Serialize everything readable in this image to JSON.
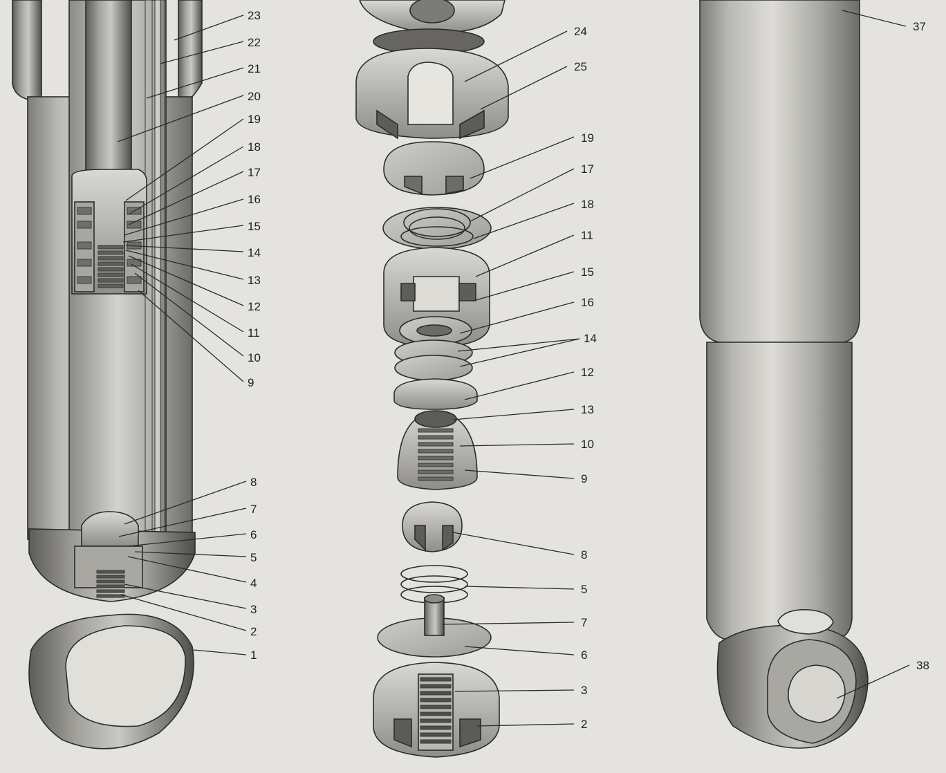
{
  "callouts": [
    {
      "id": "L23",
      "label": "23"
    },
    {
      "id": "L22",
      "label": "22"
    },
    {
      "id": "L21",
      "label": "21"
    },
    {
      "id": "L20",
      "label": "20"
    },
    {
      "id": "L19",
      "label": "19"
    },
    {
      "id": "L18",
      "label": "18"
    },
    {
      "id": "L17",
      "label": "17"
    },
    {
      "id": "L16",
      "label": "16"
    },
    {
      "id": "L15",
      "label": "15"
    },
    {
      "id": "L14",
      "label": "14"
    },
    {
      "id": "L13",
      "label": "13"
    },
    {
      "id": "L12",
      "label": "12"
    },
    {
      "id": "L11",
      "label": "11"
    },
    {
      "id": "L10",
      "label": "10"
    },
    {
      "id": "L9",
      "label": "9"
    },
    {
      "id": "L8",
      "label": "8"
    },
    {
      "id": "L7",
      "label": "7"
    },
    {
      "id": "L6",
      "label": "6"
    },
    {
      "id": "L5",
      "label": "5"
    },
    {
      "id": "L4",
      "label": "4"
    },
    {
      "id": "L3",
      "label": "3"
    },
    {
      "id": "L2",
      "label": "2"
    },
    {
      "id": "L1",
      "label": "1"
    },
    {
      "id": "M24",
      "label": "24"
    },
    {
      "id": "M25",
      "label": "25"
    },
    {
      "id": "M19",
      "label": "19"
    },
    {
      "id": "M17",
      "label": "17"
    },
    {
      "id": "M18",
      "label": "18"
    },
    {
      "id": "M11",
      "label": "11"
    },
    {
      "id": "M15",
      "label": "15"
    },
    {
      "id": "M16",
      "label": "16"
    },
    {
      "id": "M14",
      "label": "14"
    },
    {
      "id": "M12",
      "label": "12"
    },
    {
      "id": "M13",
      "label": "13"
    },
    {
      "id": "M10",
      "label": "10"
    },
    {
      "id": "M9",
      "label": "9"
    },
    {
      "id": "M8",
      "label": "8"
    },
    {
      "id": "M5",
      "label": "5"
    },
    {
      "id": "M7",
      "label": "7"
    },
    {
      "id": "M6",
      "label": "6"
    },
    {
      "id": "M3",
      "label": "3"
    },
    {
      "id": "M2",
      "label": "2"
    },
    {
      "id": "R37",
      "label": "37"
    },
    {
      "id": "R38",
      "label": "38"
    }
  ]
}
